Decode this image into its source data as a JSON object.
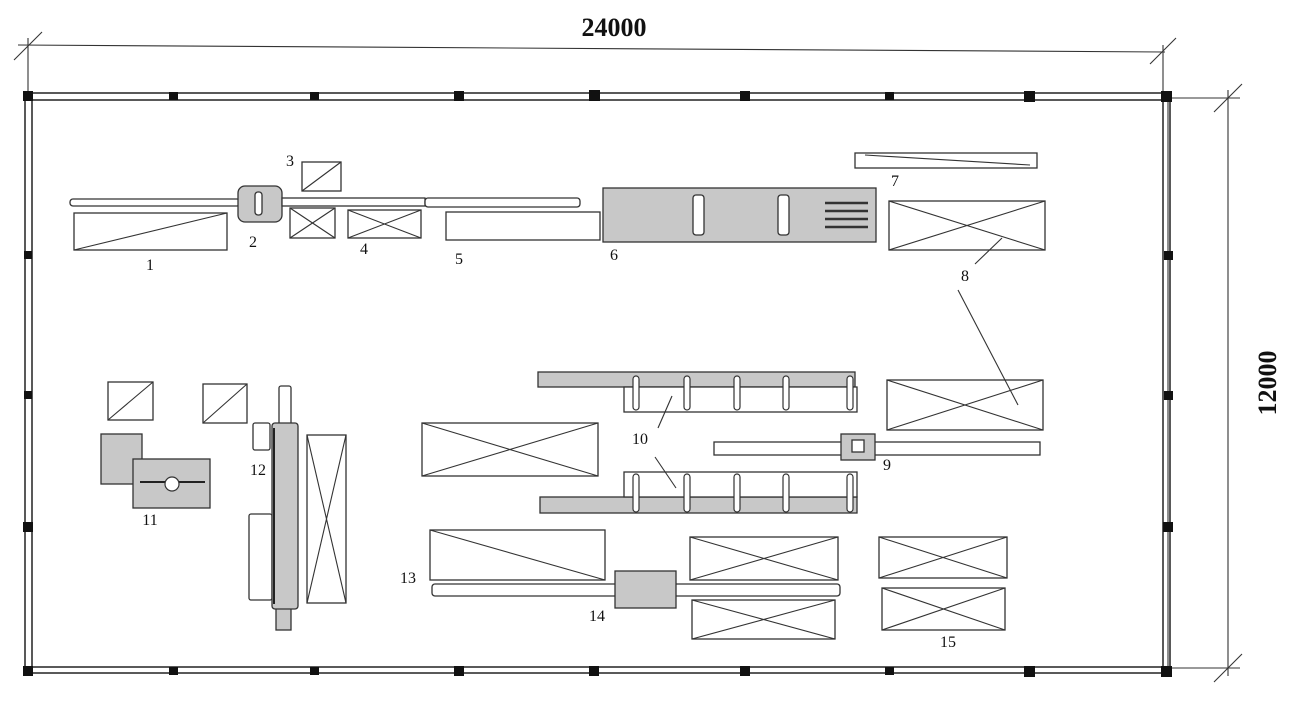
{
  "dimensions": {
    "width_label": "24000",
    "height_label": "12000"
  },
  "labels": {
    "l1": "1",
    "l2": "2",
    "l3": "3",
    "l4": "4",
    "l5": "5",
    "l6": "6",
    "l7": "7",
    "l8": "8",
    "l9": "9",
    "l10": "10",
    "l11": "11",
    "l12": "12",
    "l13": "13",
    "l14": "14",
    "l15": "15"
  }
}
